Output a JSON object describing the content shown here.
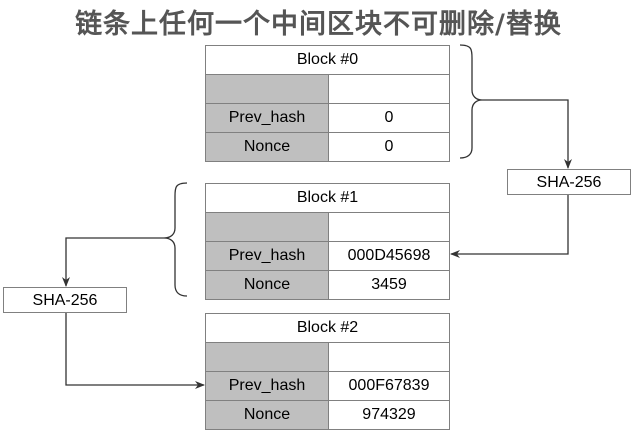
{
  "title": "链条上任何一个中间区块不可删除/替换",
  "blocks": [
    {
      "header": "Block #0",
      "rows": [
        {
          "label": "",
          "value": ""
        },
        {
          "label": "Prev_hash",
          "value": "0"
        },
        {
          "label": "Nonce",
          "value": "0"
        }
      ]
    },
    {
      "header": "Block #1",
      "rows": [
        {
          "label": "",
          "value": ""
        },
        {
          "label": "Prev_hash",
          "value": "000D45698"
        },
        {
          "label": "Nonce",
          "value": "3459"
        }
      ]
    },
    {
      "header": "Block #2",
      "rows": [
        {
          "label": "",
          "value": ""
        },
        {
          "label": "Prev_hash",
          "value": "000F67839"
        },
        {
          "label": "Nonce",
          "value": "974329"
        }
      ]
    }
  ],
  "hash_boxes": [
    {
      "label": "SHA-256"
    },
    {
      "label": "SHA-256"
    }
  ],
  "colors": {
    "title": "#555555",
    "label_fill": "#bfbfbf",
    "border": "#808080",
    "connector": "#333333"
  }
}
